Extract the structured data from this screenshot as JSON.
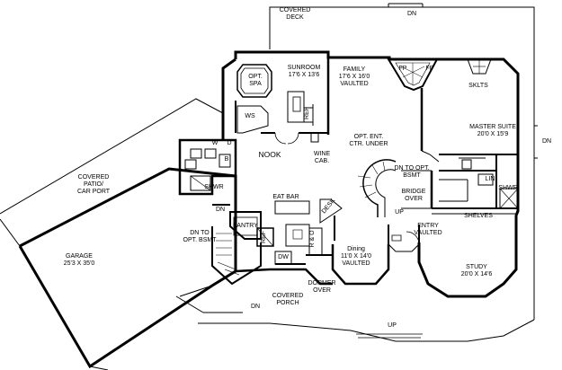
{
  "rooms": {
    "covered_deck": {
      "line1": "COVERED",
      "line2": "DECK"
    },
    "sunroom": {
      "name": "SUNROOM",
      "size": "17'6 X 13'6"
    },
    "opt_spa": {
      "line1": "OPT.",
      "line2": "SPA"
    },
    "family": {
      "name": "FAMILY",
      "size": "17'6 X 16'0",
      "note": "VAULTED"
    },
    "master_suite": {
      "name": "MASTER SUITE",
      "size": "20'0 X 15'9"
    },
    "covered_patio": {
      "line1": "COVERED",
      "line2": "PATIO/",
      "line3": "CAR PORT"
    },
    "garage": {
      "name": "GARAGE",
      "size": "25'3 X 35'0"
    },
    "nook": {
      "name": "NOOK"
    },
    "dining": {
      "name": "Dining",
      "size": "11'0 X 14'0",
      "note": "VAULTED"
    },
    "entry": {
      "name": "ENTRY",
      "note": "VAULTED"
    },
    "study": {
      "name": "STUDY",
      "size": "20'0 X 14'6"
    },
    "covered_porch": {
      "line1": "COVERED",
      "line2": "PORCH"
    }
  },
  "labels": {
    "dn_top": "DN",
    "dn_right": "DN",
    "dn_porch": "DN",
    "up_bottom": "UP",
    "up_stair": "UP",
    "fp_left": "FP",
    "fp_right": "FP",
    "sklts": "SKLTS",
    "ws": "WS",
    "ref_sun": "REF",
    "wine": {
      "line1": "WINE",
      "line2": "CAB."
    },
    "opt_ent": {
      "line1": "OPT. ENT.",
      "line2": "CTR. UNDER"
    },
    "dn_bsmt_stair": {
      "line1": "DN TO OPT.",
      "line2": "BSMT"
    },
    "bridge": {
      "line1": "BRIDGE",
      "line2": "OVER"
    },
    "lin": "LIN",
    "shwr_master": "SHWR",
    "shelves": "SHELVES",
    "eat_bar": "EAT BAR",
    "desk": "DESK",
    "pantry": "PANTRY",
    "dn_left": "DN",
    "dn_to_opt_bsmt": {
      "line1": "DN TO",
      "line2": "OPT. BSMT"
    },
    "ref_kitchen": "REF",
    "r_and_o": "R & O",
    "dw": "DW",
    "shwr_bath": "SHWR",
    "w": "W",
    "d": "D",
    "b": "B",
    "dormer": {
      "line1": "DORMER",
      "line2": "OVER"
    }
  }
}
